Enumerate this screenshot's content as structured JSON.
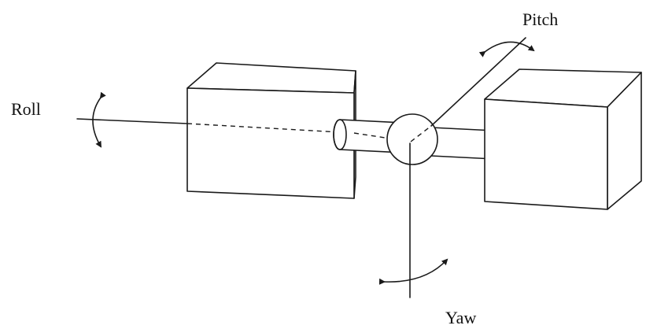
{
  "labels": {
    "roll": "Roll",
    "pitch": "Pitch",
    "yaw": "Yaw"
  }
}
